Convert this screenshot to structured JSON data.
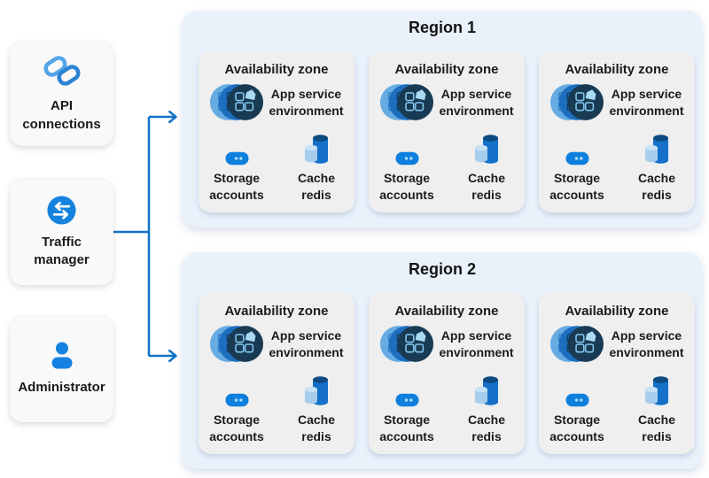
{
  "colors": {
    "connector": "#1072c6",
    "accent_blue": "#1583dd",
    "region_background": "#e9f1fb",
    "zone_card_background": "#efefef",
    "node_card_background": "#f9f9f9",
    "app_service_dark_circle": "#183a53",
    "app_service_mid_circle": "#1e6ec0",
    "app_service_light_circle": "#66abe2"
  },
  "left_nodes": [
    {
      "name": "api-connections",
      "lines": [
        "API",
        "connections"
      ]
    },
    {
      "name": "traffic-manager",
      "lines": [
        "Traffic",
        "manager"
      ]
    },
    {
      "name": "administrator",
      "lines": [
        "Administrator"
      ]
    }
  ],
  "regions": [
    {
      "title": "Region 1",
      "zones": [
        {
          "title": "Availability zone",
          "app_service_lines": [
            "App service",
            "environment"
          ],
          "services": [
            {
              "lines": [
                "Storage",
                "accounts"
              ]
            },
            {
              "lines": [
                "Cache",
                "redis"
              ]
            }
          ]
        },
        {
          "title": "Availability zone",
          "app_service_lines": [
            "App service",
            "environment"
          ],
          "services": [
            {
              "lines": [
                "Storage",
                "accounts"
              ]
            },
            {
              "lines": [
                "Cache",
                "redis"
              ]
            }
          ]
        },
        {
          "title": "Availability zone",
          "app_service_lines": [
            "App service",
            "environment"
          ],
          "services": [
            {
              "lines": [
                "Storage",
                "accounts"
              ]
            },
            {
              "lines": [
                "Cache",
                "redis"
              ]
            }
          ]
        }
      ]
    },
    {
      "title": "Region 2",
      "zones": [
        {
          "title": "Availability zone",
          "app_service_lines": [
            "App service",
            "environment"
          ],
          "services": [
            {
              "lines": [
                "Storage",
                "accounts"
              ]
            },
            {
              "lines": [
                "Cache",
                "redis"
              ]
            }
          ]
        },
        {
          "title": "Availability zone",
          "app_service_lines": [
            "App service",
            "environment"
          ],
          "services": [
            {
              "lines": [
                "Storage",
                "accounts"
              ]
            },
            {
              "lines": [
                "Cache",
                "redis"
              ]
            }
          ]
        },
        {
          "title": "Availability zone",
          "app_service_lines": [
            "App service",
            "environment"
          ],
          "services": [
            {
              "lines": [
                "Storage",
                "accounts"
              ]
            },
            {
              "lines": [
                "Cache",
                "redis"
              ]
            }
          ]
        }
      ]
    }
  ]
}
